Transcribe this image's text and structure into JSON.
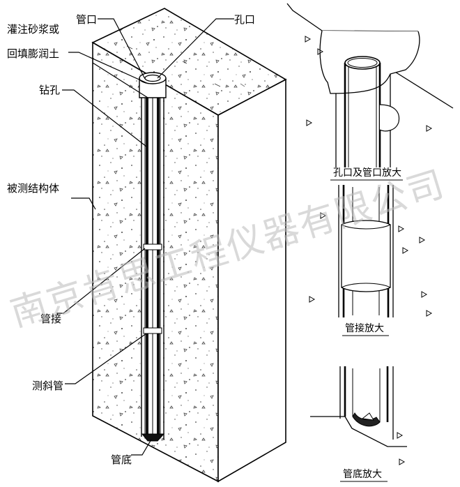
{
  "labels": {
    "grout": "灌注砂浆或",
    "backfill": "回填膨润土",
    "pipe_mouth": "管口",
    "hole_mouth": "孔口",
    "borehole": "钻孔",
    "structure": "被测结构体",
    "coupling": "管接",
    "inclinometer_pipe": "测斜管",
    "pipe_bottom": "管底"
  },
  "details": {
    "top_caption": "孔口及管口放大",
    "middle_caption": "管接放大",
    "bottom_caption": "管底放大"
  },
  "watermark": "南京肯思工程仪器有限公司"
}
